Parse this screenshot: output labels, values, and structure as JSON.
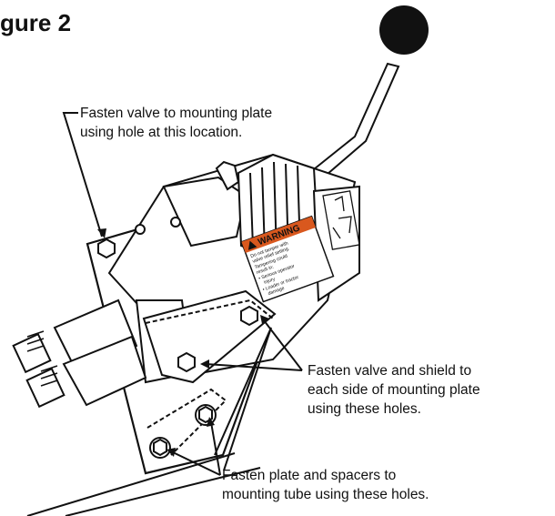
{
  "figure": {
    "title": "gure 2"
  },
  "callouts": {
    "top": {
      "line1": "Fasten valve to mounting plate",
      "line2": "using hole at this location."
    },
    "right": {
      "line1": "Fasten valve and shield to",
      "line2": "each side of mounting plate",
      "line3": "using these holes."
    },
    "bottom": {
      "line1": "Fasten plate and spacers to",
      "line2": "mounting tube using these holes."
    }
  },
  "decal": {
    "warning_header": "WARNING",
    "warning_lines": [
      "Do not tamper with",
      "valve relief setting.",
      "Tampering could",
      "result in:",
      "• Serious operator",
      "injury",
      "• Loader or tractor",
      "damage"
    ]
  }
}
